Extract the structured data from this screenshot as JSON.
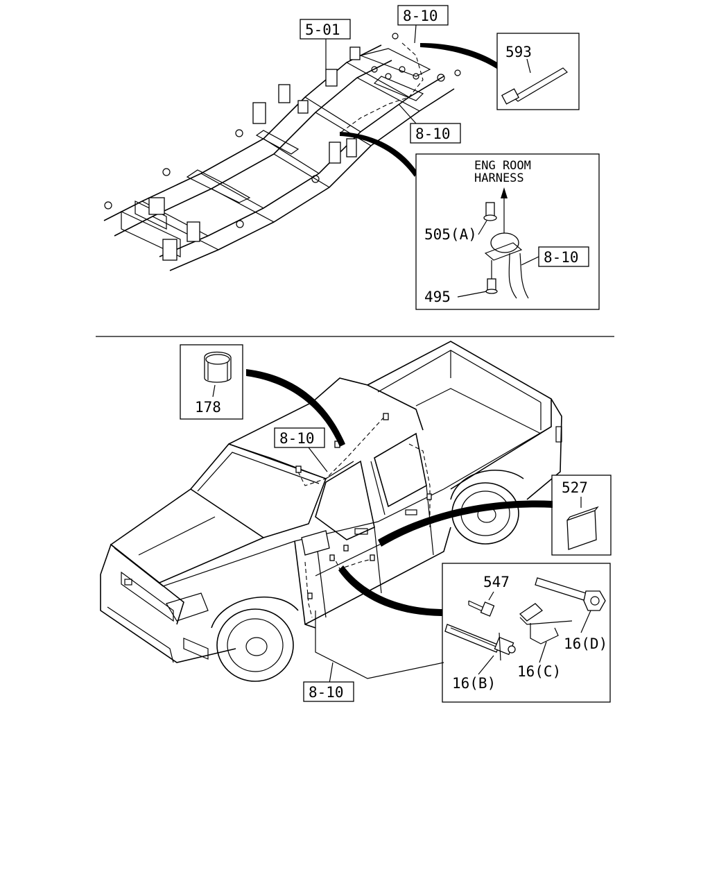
{
  "labels": {
    "frame_ref": "5-01",
    "top_ref_a": "8-10",
    "top_ref_b": "8-10",
    "eng_ref": "8-10",
    "roof_ref": "8-10",
    "bottom_ref": "8-10"
  },
  "parts": {
    "p593": "593",
    "p505a": "505(A)",
    "p495": "495",
    "p178": "178",
    "p527": "527",
    "p547": "547",
    "p16b": "16(B)",
    "p16c": "16(C)",
    "p16d": "16(D)"
  },
  "callouts": {
    "eng_room_line1": "ENG ROOM",
    "eng_room_line2": "HARNESS"
  }
}
